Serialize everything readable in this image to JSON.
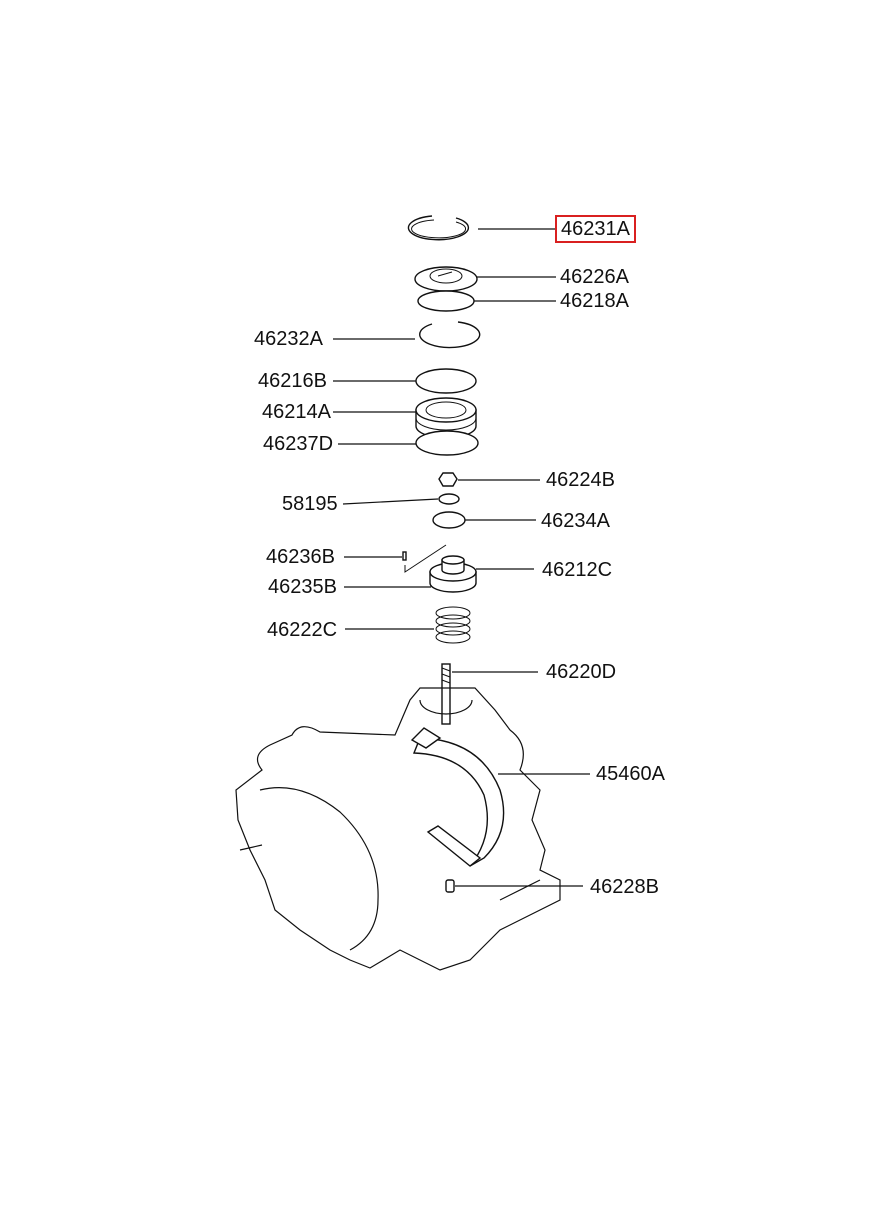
{
  "diagram": {
    "highlight_color": "#d92020",
    "highlighted_part": "46231A",
    "parts": {
      "p46231A": "46231A",
      "p46226A": "46226A",
      "p46218A": "46218A",
      "p46232A": "46232A",
      "p46216B": "46216B",
      "p46214A": "46214A",
      "p46237D": "46237D",
      "p46224B": "46224B",
      "p58195": "58195",
      "p46234A": "46234A",
      "p46236B": "46236B",
      "p46212C": "46212C",
      "p46235B": "46235B",
      "p46222C": "46222C",
      "p46220D": "46220D",
      "p45460A": "45460A",
      "p46228B": "46228B"
    }
  }
}
